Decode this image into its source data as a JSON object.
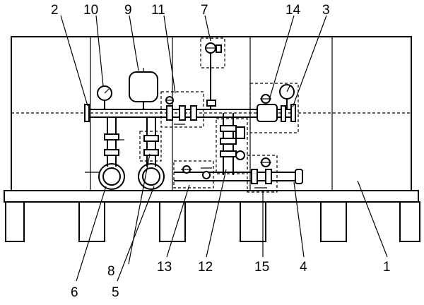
{
  "figure": {
    "callouts": {
      "c1": "1",
      "c2": "2",
      "c3": "3",
      "c4": "4",
      "c5": "5",
      "c6": "6",
      "c7": "7",
      "c8": "8",
      "c9": "9",
      "c10": "10",
      "c11": "11",
      "c12": "12",
      "c13": "13",
      "c14": "14",
      "c15": "15"
    }
  }
}
